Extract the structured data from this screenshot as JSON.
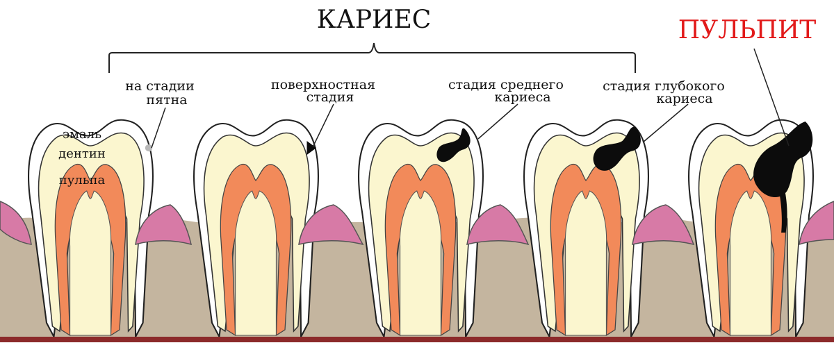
{
  "title": "КАРИЕС",
  "pulpitis": "ПУЛЬПИТ",
  "stages": [
    {
      "line1": "на стадии",
      "line2": "пятна"
    },
    {
      "line1": "поверхностная",
      "line2": "стадия"
    },
    {
      "line1": "стадия среднего",
      "line2": "кариеса"
    },
    {
      "line1": "стадия глубокого",
      "line2": "кариеса"
    }
  ],
  "layers": {
    "enamel": "эмаль",
    "dentin": "дентин",
    "pulp": "пульпа"
  },
  "colors": {
    "gum_bone": "#c4b59f",
    "gum_pink": "#d77aa6",
    "gum_pink_light": "#f3d3e4",
    "dentin": "#fbf6cf",
    "pulp": "#f28a5a",
    "enamel": "#ffffff",
    "caries": "#0c0c0c",
    "base_line": "#8c2a2a",
    "pulpitis_text": "#e21a1a"
  }
}
